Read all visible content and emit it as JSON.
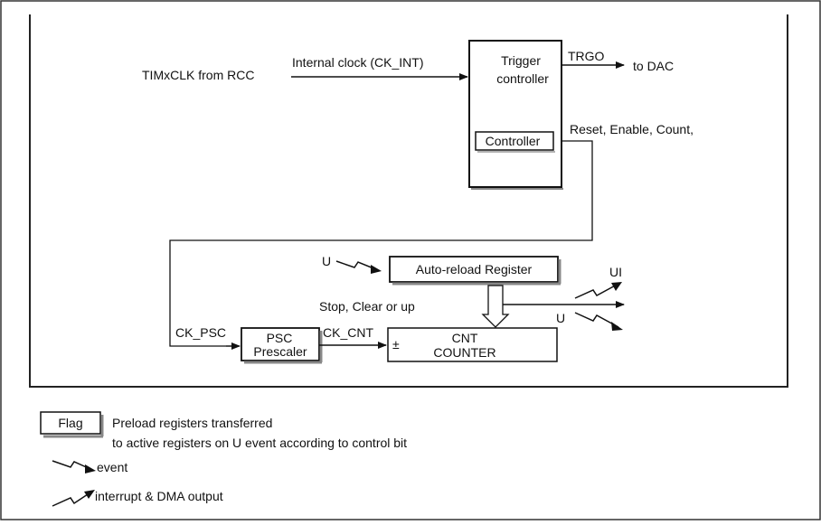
{
  "diagram": {
    "inputs": {
      "timxclk": "TIMxCLK from RCC",
      "internal_clock": "Internal clock (CK_INT)"
    },
    "trigger_controller": {
      "line1": "Trigger",
      "line2": "controller",
      "controller": "Controller"
    },
    "outputs": {
      "trgo": "TRGO",
      "to_dac": "to DAC",
      "reset_enable_count": "Reset, Enable, Count,",
      "stop_clear_up": "Stop, Clear or up",
      "ui": "UI",
      "u_out": "U"
    },
    "auto_reload": {
      "u_in": "U",
      "label": "Auto-reload Register"
    },
    "prescaler": {
      "ck_psc": "CK_PSC",
      "line1": "PSC",
      "line2": "Prescaler",
      "ck_cnt": "CK_CNT"
    },
    "counter": {
      "plusminus": "±",
      "line1": "CNT",
      "line2": "COUNTER"
    }
  },
  "legend": {
    "flag_box": "Flag",
    "flag_line1": "Preload registers transferred",
    "flag_line2": "to active registers on U event according to control bit",
    "event": "event",
    "interrupt": "interrupt & DMA output"
  }
}
